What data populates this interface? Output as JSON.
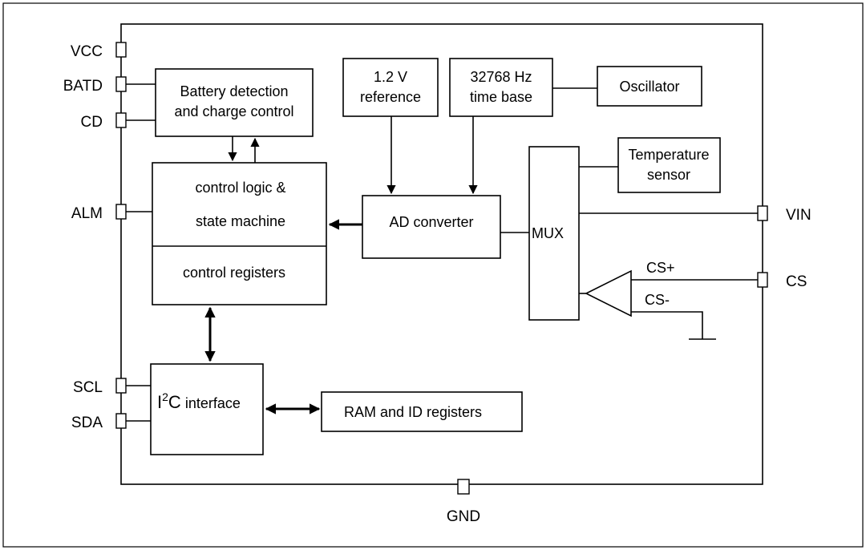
{
  "pins": {
    "vcc": "VCC",
    "batd": "BATD",
    "cd": "CD",
    "alm": "ALM",
    "scl": "SCL",
    "sda": "SDA",
    "gnd": "GND",
    "vin": "VIN",
    "cs": "CS"
  },
  "blocks": {
    "battery_detection": [
      "Battery detection",
      "and charge control"
    ],
    "reference": [
      "1.2 V",
      "reference"
    ],
    "time_base": [
      "32768 Hz",
      "time base"
    ],
    "oscillator": "Oscillator",
    "control_logic": [
      "control logic &",
      "state machine"
    ],
    "control_registers": "control registers",
    "ad_converter": "AD converter",
    "mux": "MUX",
    "temperature_sensor": [
      "Temperature",
      "sensor"
    ],
    "i2c_prefix": "I",
    "i2c_sup": "2",
    "i2c_suffix": "C",
    "i2c_rest": " interface",
    "ram_id": "RAM and ID registers"
  },
  "signals": {
    "cs_plus": "CS+",
    "cs_minus": "CS-"
  }
}
